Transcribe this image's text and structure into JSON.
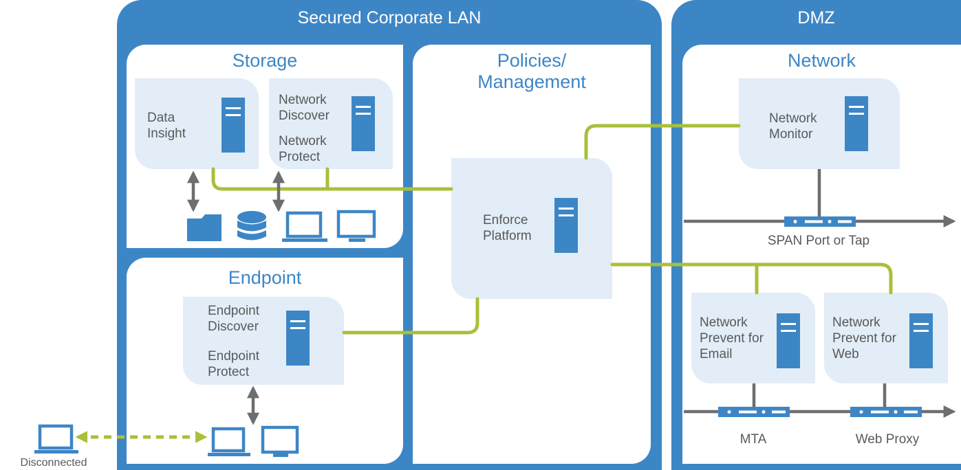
{
  "zones": {
    "lan_title": "Secured Corporate LAN",
    "dmz_title": "DMZ"
  },
  "panels": {
    "storage": "Storage",
    "policies": "Policies/ Management",
    "endpoint": "Endpoint",
    "network": "Network"
  },
  "cards": {
    "data_insight": "Data Insight",
    "network_discover": "Network Discover",
    "network_protect": "Network Protect",
    "enforce": "Enforce Platform",
    "endpoint_discover": "Endpoint Discover",
    "endpoint_protect": "Endpoint Protect",
    "network_monitor": "Network Monitor",
    "prevent_email": "Network Prevent for Email",
    "prevent_web": "Network Prevent for Web"
  },
  "labels": {
    "span": "SPAN Port or Tap",
    "mta": "MTA",
    "web_proxy": "Web Proxy",
    "disconnected": "Disconnected"
  },
  "colors": {
    "zone_blue": "#3d86c6",
    "card_bg": "#e2edf7",
    "link_green": "#a8c03a",
    "arrow_gray": "#6d6e71",
    "text_gray": "#58595b"
  }
}
